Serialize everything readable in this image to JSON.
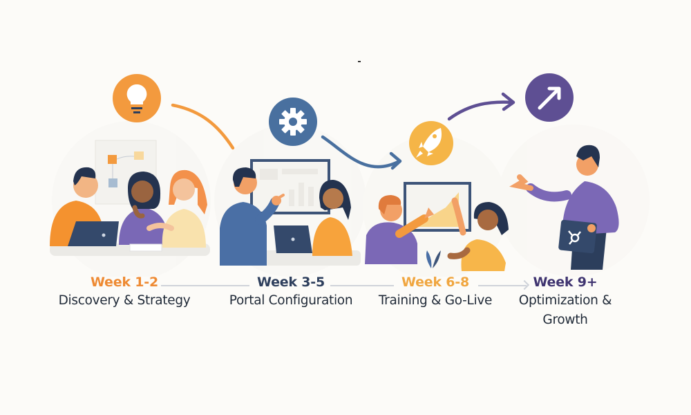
{
  "diagram": {
    "type": "timeline",
    "colors": {
      "background": "#fcfbf8",
      "orange": "#f39a3e",
      "blue": "#49709f",
      "yellow": "#f5b547",
      "purple": "#5e4f93",
      "navy": "#2c3e5c",
      "connector": "#cfd3d9",
      "text_dark": "#1f2937"
    },
    "stages": [
      {
        "week": "Week 1-2",
        "title": "Discovery & Strategy",
        "icon": "lightbulb-icon",
        "week_color": "#ee8a33",
        "icon_color": "#f39a3e",
        "illustration": "three people collaborating at a table with laptop and whiteboard"
      },
      {
        "week": "Week 3-5",
        "title": "Portal Configuration",
        "icon": "gear-icon",
        "week_color": "#2e3f5d",
        "icon_color": "#49709f",
        "illustration": "man pointing at monitor while woman works on laptop"
      },
      {
        "week": "Week 6-8",
        "title": "Training & Go-Live",
        "icon": "rocket-icon",
        "week_color": "#f0a640",
        "icon_color": "#f5b547",
        "illustration": "two people high-fiving in front of a growth chart"
      },
      {
        "week": "Week 9+",
        "title": "Optimization & Growth",
        "icon": "arrow-up-right-icon",
        "week_color": "#3f3470",
        "icon_color": "#5e4f93",
        "illustration": "presenter holding a tablet with a hub logo"
      }
    ]
  }
}
